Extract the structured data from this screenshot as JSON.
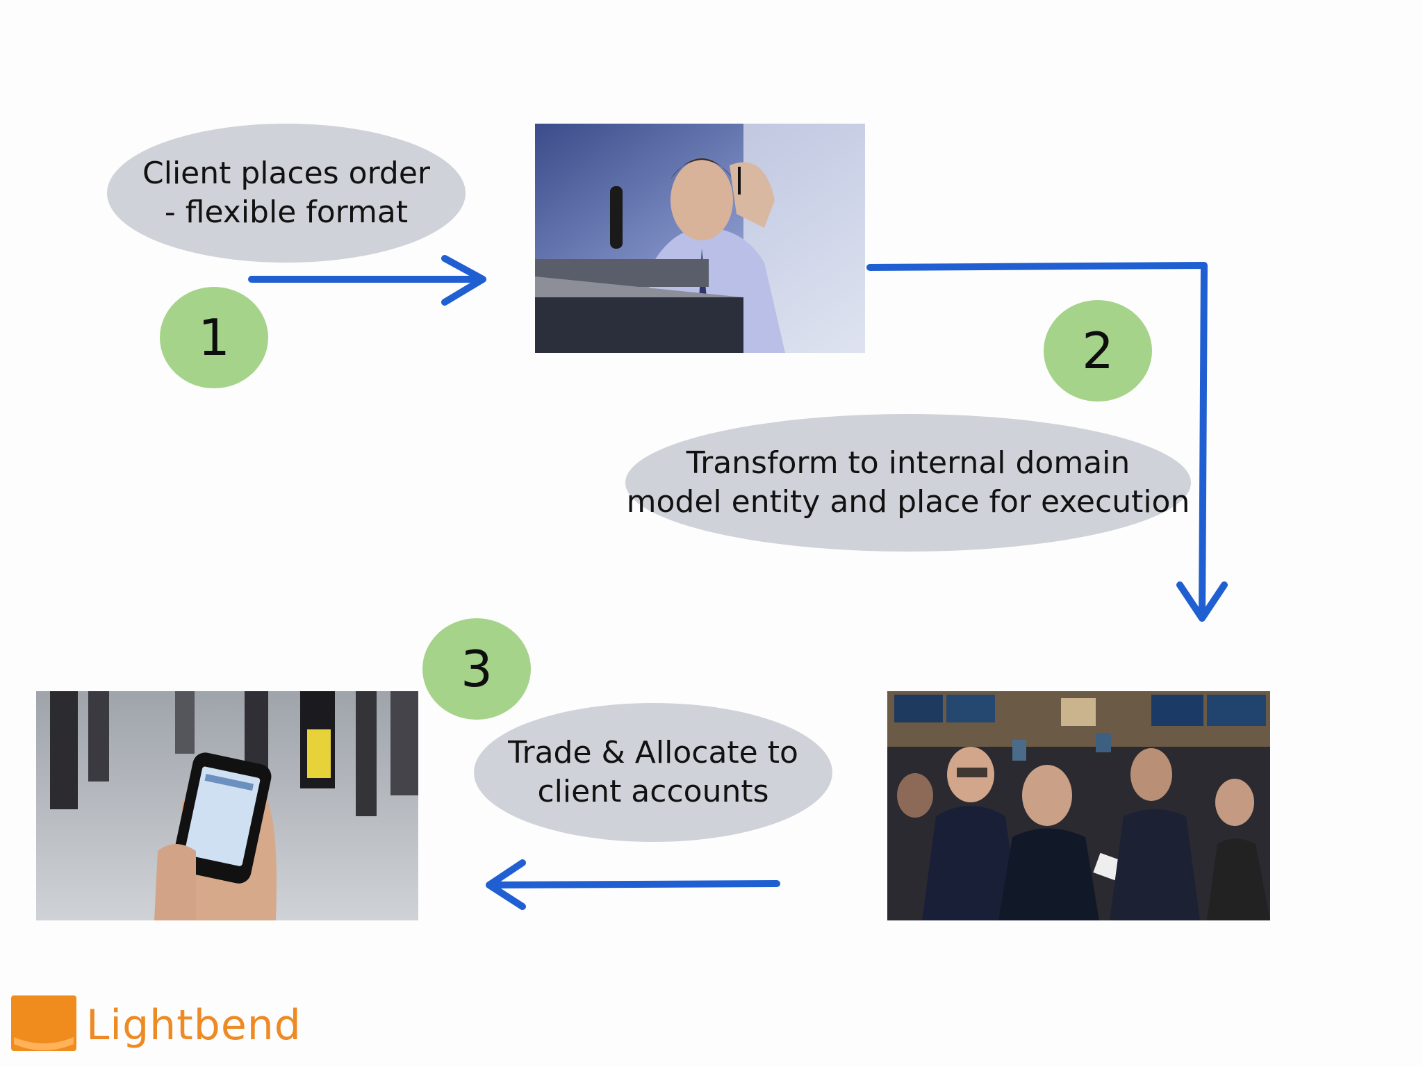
{
  "steps": [
    {
      "number": "1",
      "lines": [
        "Client places order",
        "- flexible format"
      ]
    },
    {
      "number": "2",
      "lines": [
        "Transform to internal domain",
        "model entity and place for execution"
      ]
    },
    {
      "number": "3",
      "lines": [
        "Trade & Allocate to",
        "client accounts"
      ]
    }
  ],
  "logo": {
    "text": "Lightbend"
  },
  "colors": {
    "arrow": "#1f5fd1",
    "badge": "#a5d38a",
    "bubble": "#cfd2d8",
    "logo": "#ee8a23"
  },
  "images": {
    "trader_phone": "man-on-telephone-photo",
    "exchange_floor": "trading-floor-photo",
    "mobile_client": "hand-holding-smartphone-photo"
  }
}
